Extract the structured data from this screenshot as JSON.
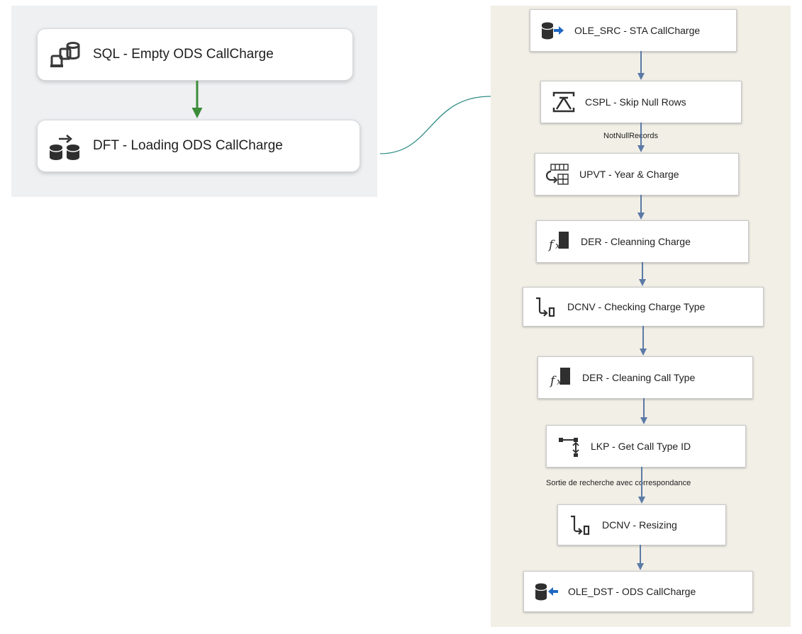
{
  "control_flow": {
    "tasks": [
      {
        "label": "SQL - Empty ODS CallCharge",
        "icon": "execute-sql-task-icon"
      },
      {
        "label": "DFT - Loading ODS CallCharge",
        "icon": "data-flow-task-icon"
      }
    ],
    "precedence_color": "#3c8c3a"
  },
  "data_flow": {
    "components": [
      {
        "label": "OLE_SRC - STA CallCharge",
        "icon": "ole-db-source-icon"
      },
      {
        "label": "CSPL - Skip Null Rows",
        "icon": "conditional-split-icon"
      },
      {
        "label": "UPVT -  Year & Charge",
        "icon": "unpivot-icon"
      },
      {
        "label": "DER - Cleanning Charge",
        "icon": "derived-column-icon"
      },
      {
        "label": "DCNV - Checking Charge Type",
        "icon": "data-conversion-icon"
      },
      {
        "label": "DER - Cleaning Call Type",
        "icon": "derived-column-icon"
      },
      {
        "label": "LKP - Get Call Type ID",
        "icon": "lookup-icon"
      },
      {
        "label": "DCNV - Resizing",
        "icon": "data-conversion-icon"
      },
      {
        "label": "OLE_DST - ODS CallCharge",
        "icon": "ole-db-destination-icon"
      }
    ],
    "path_labels": {
      "not_null": "NotNullRecords",
      "lookup_match": "Sortie de recherche avec correspondance"
    },
    "path_color": "#5b7aa6"
  },
  "connector_color": "#2f8c86"
}
